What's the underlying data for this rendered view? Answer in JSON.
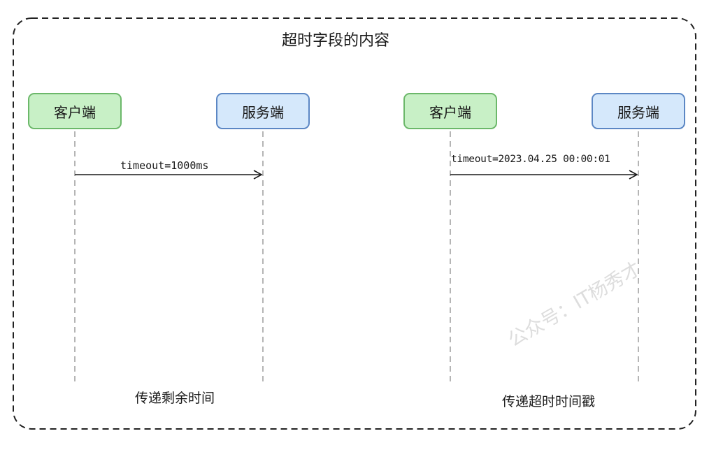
{
  "title": "超时字段的内容",
  "left_panel": {
    "client_label": "客户端",
    "server_label": "服务端",
    "message": "timeout=1000ms",
    "caption": "传递剩余时间"
  },
  "right_panel": {
    "client_label": "客户端",
    "server_label": "服务端",
    "message": "timeout=2023.04.25 00:00:01",
    "caption": "传递超时时间戳"
  },
  "watermark": "公众号：IT杨秀才",
  "colors": {
    "client_fill": "#c8f0c6",
    "client_border": "#6cb86a",
    "server_fill": "#d5e8fb",
    "server_border": "#5c87c4",
    "lifeline": "#b5b5b5",
    "frame": "#222222"
  }
}
